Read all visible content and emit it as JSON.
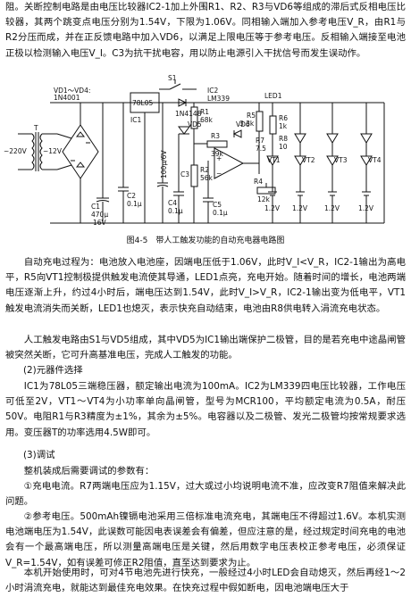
{
  "intro": "阻。关断控制电路是由电压比较器IC2-1加上外围R1、R2、R3与VD6等组成的滞后式反相电压比较器，其两个跳变点电压分别为1.54V，下限为1.06V。同相输入端加入参考电压V_R，由R1与R2分压而成，并在正反馈电路中加入VD6，以满足上限电压等于参考电压。反相输入端接至电池正极以检测输入电压V_I。C3为抗干扰电容，用以防止电源引入干扰信号而发生误动作。",
  "figure": {
    "caption": "图4-5　带人工触发功能的自动充电器电路图",
    "labels": {
      "vd": "VD1～VD4:",
      "vd_type": "1N4001",
      "transformer": "T",
      "ac": "~220V",
      "sec": "~12V",
      "ic1": "78L05",
      "ic1_name": "IC1",
      "s1": "S1",
      "in4148": "1N4148",
      "ic2": "IC2",
      "ic2_type": "LM339",
      "c1": "C1",
      "c1_val": "470μ",
      "c1_v": "16V",
      "c2": "C2",
      "c2_val": "0.1μ",
      "c3": "C3",
      "c3_val": "100μ/6V",
      "c4": "C4",
      "c4_val": "0.1μ",
      "c5": "C5",
      "c5_val": "0.1μ",
      "vd5": "VD5",
      "r1": "R1",
      "r1_val": "68k",
      "r2": "R2",
      "r2_val": "56k",
      "r3": "R3",
      "r3_val": "39k",
      "r4": "R4",
      "r4_val": "12k",
      "r5": "R5",
      "r5_val": "3.3k",
      "r6": "R6",
      "r6_val": "1k",
      "r7": "R7",
      "r7_val": "7.5",
      "r8": "R8",
      "r8_val": "10",
      "vd6": "VD6",
      "led1": "LED1",
      "vt1": "VT1",
      "vt2": "VT2",
      "vt3": "VT3",
      "vt4": "VT4",
      "bat": "1.2V",
      "plus": "+",
      "minus": "−"
    }
  },
  "para1": "自动充电过程为：电池放入电池座，因端电压低于1.06V，此时V_I<V_R，IC2-1输出为高电平，R5向VT1控制极提供触发电流使其导通，LED1点亮，充电开始。随着时间的增长，电池两端电压逐渐上升，约过4小时后，端电压达到1.54V，此时V_I>V_R，IC2-1输出变为低电平，VT1触发电流消失而关断，LED1也熄灭，表示快充自动结束，电池由R8供电转入涓流充电状态。",
  "para2": "人工触发电路由S1与VD5组成，其中VD5为IC1输出端保护二极管，目的是若充电中途晶闸管被突然关断，它可升高基准电压，完成人工触发的功能。",
  "h1": "(2)元器件选择",
  "para3": "IC1为78L05三端稳压器，额定输出电流为100mA。IC2为LM339四电压比较器，工作电压可低至2V，VT1～VT4为小功率单向晶闸管，型号为MCR100，平均额定电流为0.5A，耐压50V。电阻R1与R3精度为±1%，其余为±5%。电容器以及二极管、发光二极管均按常规要求选用。变压器T的功率选用4.5W即可。",
  "h2": "(3)调试",
  "para4": "整机装成后需要调试的参数有：",
  "para5": "①充电电流。R7两端电压应为1.15V，过大或过小均说明电流不准，应改变R7阻值来解决此问题。",
  "para6": "②参考电压。500mAh镍镉电池采用三倍标准电流充电，其端电压不得超过1.6V。本机实测电池端电压为1.54V，此误数可能因电表误差会有偏差，但应注意的是，经过规定时间充电的电池会有一个最高端电压，所以测量高端电压是关键，然后用数字电压表校正参考电压，必须保证V_R=1.54V，如有误差可修正R2阻值，直至达到要求为止。",
  "para7": "本机开始使用时，可对4节电池先进行快充，一般经过4小时LED会自动熄灭，然后再经1～2小时涓流充电，就能达到最佳充电效果。在快充过程中假如断电，因电池端电压大于"
}
